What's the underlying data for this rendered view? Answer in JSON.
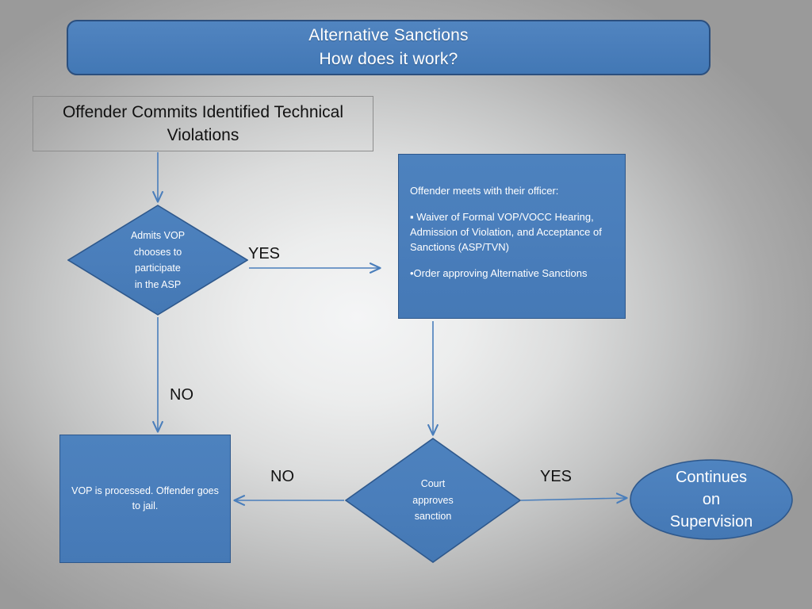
{
  "slide": {
    "background_center_color": "#f4f5f6",
    "background_edge_color": "#9a9a9a"
  },
  "header": {
    "title_line1": "Alternative Sanctions",
    "title_line2": "How does it work?",
    "fill_color": "#4a7ebb",
    "border_color": "#2b4f7e",
    "text_color": "#ffffff"
  },
  "nodes": {
    "start_box": {
      "text": "Offender Commits Identified Technical Violations",
      "shape": "rectangle",
      "fill": "transparent",
      "border_color": "#8d8d8d",
      "text_color": "#111111"
    },
    "decision_admits": {
      "shape": "diamond",
      "line1": "Admits VOP",
      "line2": "chooses to",
      "line3": "participate",
      "line4": "in the ASP",
      "fill": "#4a7ebb",
      "border_color": "#2e588c",
      "text_color": "#ffffff"
    },
    "process_officer": {
      "shape": "rectangle",
      "fill": "#4a7ebb",
      "border_color": "#2e588c",
      "text_color": "#ffffff",
      "paragraph1": "Offender meets with their officer:",
      "paragraph2": "▪ Waiver of Formal VOP/VOCC Hearing, Admission of Violation, and Acceptance of Sanctions (ASP/TVN)",
      "paragraph3": "•Order approving Alternative Sanctions"
    },
    "decision_court": {
      "shape": "diamond",
      "line1": "Court",
      "line2": "approves",
      "line3": "sanction",
      "fill": "#4a7ebb",
      "border_color": "#2e588c",
      "text_color": "#ffffff"
    },
    "terminal_jail": {
      "shape": "rectangle",
      "text": "VOP is processed.  Offender goes to jail.",
      "fill": "#4a7ebb",
      "border_color": "#2e588c",
      "text_color": "#ffffff"
    },
    "terminal_supervision": {
      "shape": "ellipse",
      "line1": "Continues",
      "line2": "on",
      "line3": "Supervision",
      "fill": "#4a7ebb",
      "border_color": "#2e588c",
      "text_color": "#ffffff"
    }
  },
  "edges": {
    "start_to_decision": {
      "label": "",
      "direction": "down"
    },
    "admits_yes": {
      "label": "YES",
      "direction": "right"
    },
    "admits_no": {
      "label": "NO",
      "direction": "down"
    },
    "process_to_court": {
      "label": "",
      "direction": "down"
    },
    "court_no": {
      "label": "NO",
      "direction": "left"
    },
    "court_yes": {
      "label": "YES",
      "direction": "right"
    },
    "line_color": "#4a7ebb"
  }
}
